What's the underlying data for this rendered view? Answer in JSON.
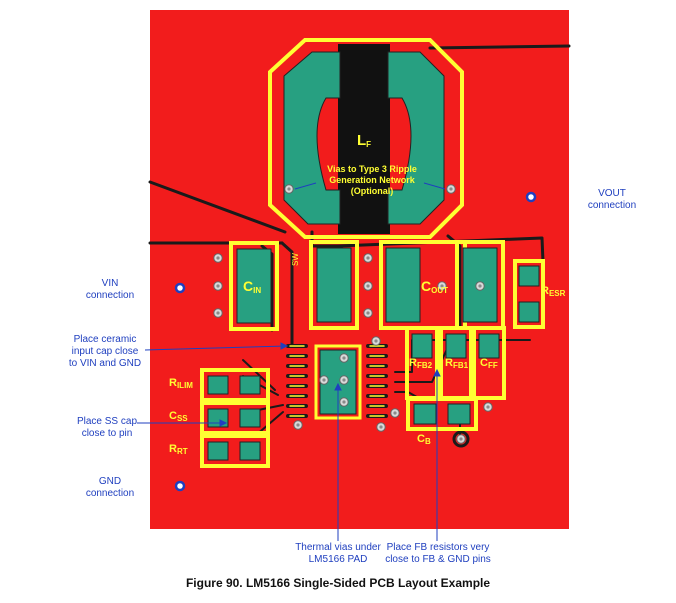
{
  "labels": {
    "inductor": {
      "main": "L",
      "sub": "F"
    },
    "cin": {
      "main": "C",
      "sub": "IN"
    },
    "cout": {
      "main": "C",
      "sub": "OUT"
    },
    "resr": {
      "main": "R",
      "sub": "ESR"
    },
    "rilim": {
      "main": "R",
      "sub": "ILIM"
    },
    "css": {
      "main": "C",
      "sub": "SS"
    },
    "rrt": {
      "main": "R",
      "sub": "RT"
    },
    "rfb2": {
      "main": "R",
      "sub": "FB2"
    },
    "rfb1": {
      "main": "R",
      "sub": "FB1"
    },
    "cff": {
      "main": "C",
      "sub": "FF"
    },
    "cb": {
      "main": "C",
      "sub": "B"
    },
    "sw": "SW"
  },
  "vias_note": [
    "Vias to Type 3 Ripple",
    "Generation Network",
    "(Optional)"
  ],
  "annotations": {
    "vout": [
      "VOUT",
      "connection"
    ],
    "vin": [
      "VIN",
      "connection"
    ],
    "ceramic": [
      "Place ceramic",
      "input cap close",
      "to VIN and GND"
    ],
    "ss": [
      "Place SS cap",
      "close to pin"
    ],
    "gnd": [
      "GND",
      "connection"
    ],
    "thermal": [
      "Thermal vias under",
      "LM5166 PAD"
    ],
    "fb": [
      "Place FB resistors very",
      "close to FB & GND pins"
    ]
  },
  "caption": "Figure 90.  LM5166 Single-Sided PCB Layout Example",
  "colors": {
    "board": "#f21c1c",
    "pad": "#27a081",
    "silk": "#ffff33",
    "trace": "#1a1a1a",
    "annotation": "#1f3fbf"
  }
}
